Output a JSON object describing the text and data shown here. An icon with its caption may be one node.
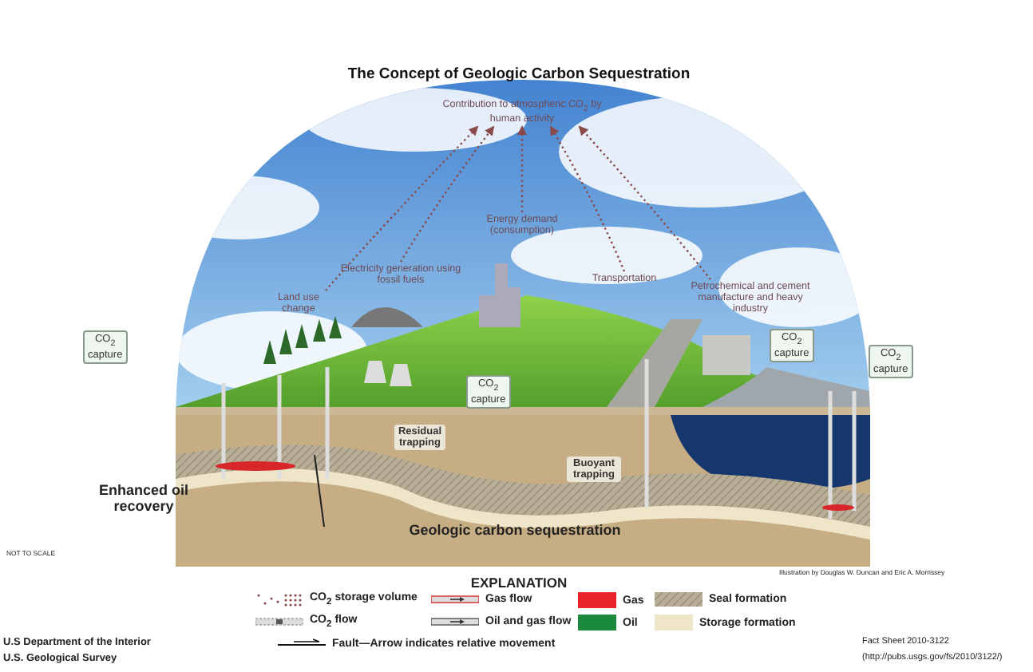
{
  "diagram": {
    "title": "The Concept of Geologic Carbon Sequestration",
    "nodes": [
      {
        "text": [
          "Contribution to atmospheric CO$_{2}$ by human activity"
        ]
      },
      {
        "text": [
          "Land use change"
        ]
      },
      {
        "text": [
          "Electricity generation using fossil fuels"
        ]
      },
      {
        "text": [
          "Energy demand (consumption)"
        ]
      },
      {
        "text": [
          "Transportation"
        ]
      },
      {
        "text": [
          "Petrochemical and cement manufacture and heavy industry"
        ]
      }
    ],
    "edges": [
      {
        "from": 1,
        "to": 0,
        "arrow": "to",
        "style": "dashed"
      },
      {
        "from": 2,
        "to": 0,
        "arrow": "to",
        "style": "dashed"
      },
      {
        "from": 3,
        "to": 0,
        "arrow": "to",
        "style": "dashed"
      },
      {
        "from": 4,
        "to": 0,
        "arrow": "to",
        "style": "dashed"
      },
      {
        "from": 5,
        "to": 0,
        "arrow": "to",
        "style": "dashed"
      }
    ],
    "labels": [
      "CO$_{2}$ capture",
      "CO$_{2}$ capture",
      "CO$_{2}$ capture",
      "CO$_{2}$ capture",
      "Residual trapping",
      "Buoyant trapping",
      "Enhanced oil recovery",
      "Geologic carbon sequestration",
      "NOT TO SCALE",
      "Illustration by Douglas W. Duncan and Eric A. Morrissey",
      "EXPLANATION",
      "U.S Department of the Interior",
      "U.S. Geological Survey",
      "Fact Sheet 2010-3122",
      "(http://pubs.usgs.gov/fs/2010/3122/)"
    ],
    "legend": [
      {
        "text": "CO$_{2}$ storage volume"
      },
      {
        "text": "CO$_{2}$ flow"
      },
      {
        "text": "Gas flow"
      },
      {
        "text": "Oil and gas flow"
      },
      {
        "text": "Gas",
        "color": "#e8242a"
      },
      {
        "text": "Oil",
        "color": "#1b8a3c"
      },
      {
        "text": "Seal formation"
      },
      {
        "text": "Storage formation",
        "color": "#efe5c9"
      },
      {
        "text": "Fault—Arrow indicates relative movement"
      }
    ]
  }
}
